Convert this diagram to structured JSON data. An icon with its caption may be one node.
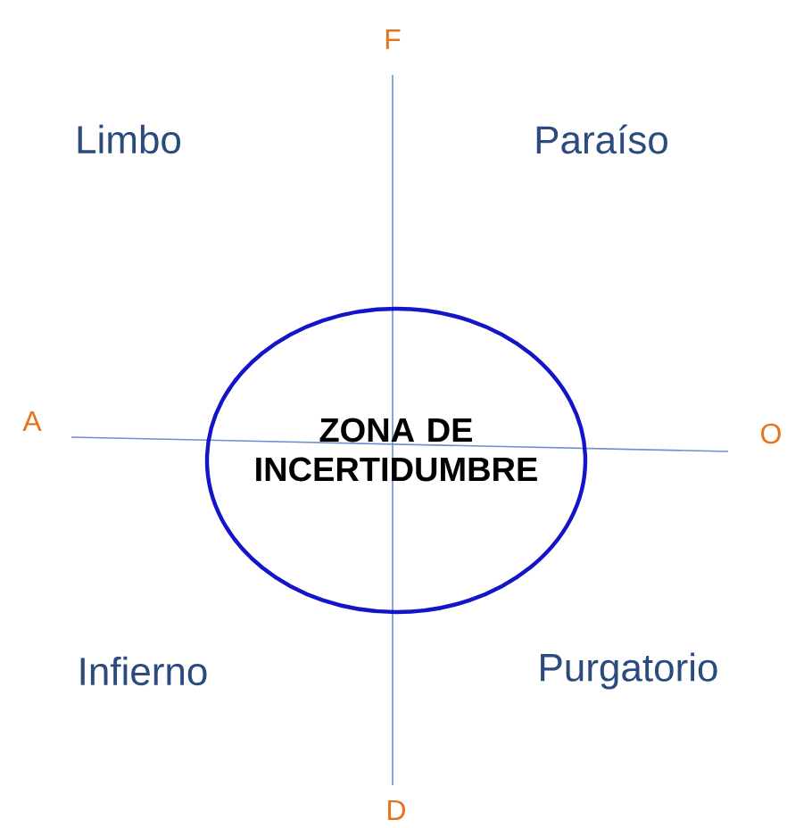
{
  "diagram": {
    "nodes": [
      {
        "text": [
          "ZONA DE INCERTIDUMBRE"
        ]
      }
    ],
    "labels": [
      "F",
      "Limbo",
      "Paraíso",
      "A",
      "O",
      "Infierno",
      "Purgatorio",
      "D"
    ]
  }
}
